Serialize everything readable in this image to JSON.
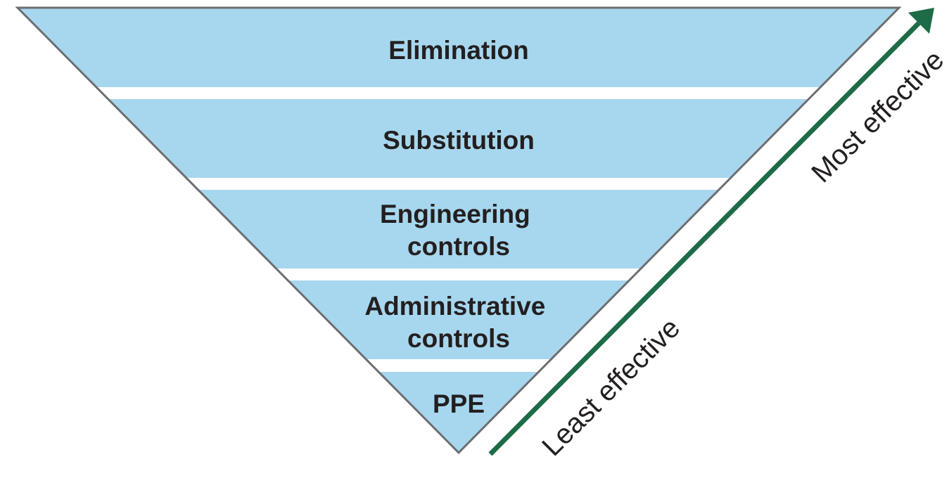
{
  "colors": {
    "band_fill": "#a7d7ee",
    "outline": "#6d6e71",
    "arrow": "#1e6b47",
    "text": "#231f20"
  },
  "levels": [
    {
      "lines": [
        "Elimination"
      ]
    },
    {
      "lines": [
        "Substitution"
      ]
    },
    {
      "lines": [
        "Engineering",
        "controls"
      ]
    },
    {
      "lines": [
        "Administrative",
        "controls"
      ]
    },
    {
      "lines": [
        "PPE"
      ]
    }
  ],
  "scale": {
    "least_label": "Least effective",
    "most_label": "Most effective",
    "arrow_icon": "arrow-up-right-icon"
  }
}
